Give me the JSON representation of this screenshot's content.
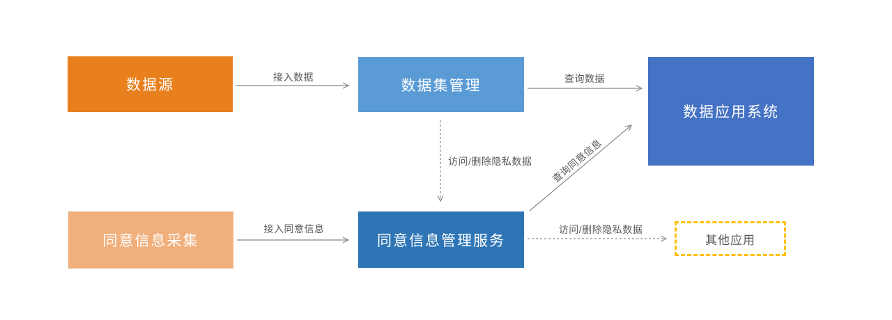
{
  "diagram": {
    "nodes": [
      {
        "id": "data-source",
        "label": "数据源",
        "color": "#E8801E",
        "text_color": "#FFFFFF"
      },
      {
        "id": "dataset-management",
        "label": "数据集管理",
        "color": "#5B9BD5",
        "text_color": "#FFFFFF"
      },
      {
        "id": "data-application-system",
        "label": "数据应用系统",
        "color": "#4472C4",
        "text_color": "#FFFFFF"
      },
      {
        "id": "consent-info-collection",
        "label": "同意信息采集",
        "color": "#F1AF7B",
        "text_color": "#FFFFFF"
      },
      {
        "id": "consent-info-management-service",
        "label": "同意信息管理服务",
        "color": "#2E75B6",
        "text_color": "#FFFFFF"
      },
      {
        "id": "other-applications",
        "label": "其他应用",
        "color": "#FFFFFF",
        "border_color": "#FFC000",
        "text_color": "#595959"
      }
    ],
    "edges": [
      {
        "from": "data-source",
        "to": "dataset-management",
        "label": "接入数据",
        "style": "solid"
      },
      {
        "from": "dataset-management",
        "to": "data-application-system",
        "label": "查询数据",
        "style": "solid"
      },
      {
        "from": "dataset-management",
        "to": "consent-info-management-service",
        "label": "访问/删除隐私数据",
        "style": "dashed"
      },
      {
        "from": "consent-info-collection",
        "to": "consent-info-management-service",
        "label": "接入同意信息",
        "style": "solid"
      },
      {
        "from": "consent-info-management-service",
        "to": "data-application-system",
        "label": "查询同意信息",
        "style": "solid"
      },
      {
        "from": "consent-info-management-service",
        "to": "other-applications",
        "label": "访问/删除隐私数据",
        "style": "dashed"
      }
    ],
    "label_color": "#595959",
    "arrow_color": "#878787"
  }
}
